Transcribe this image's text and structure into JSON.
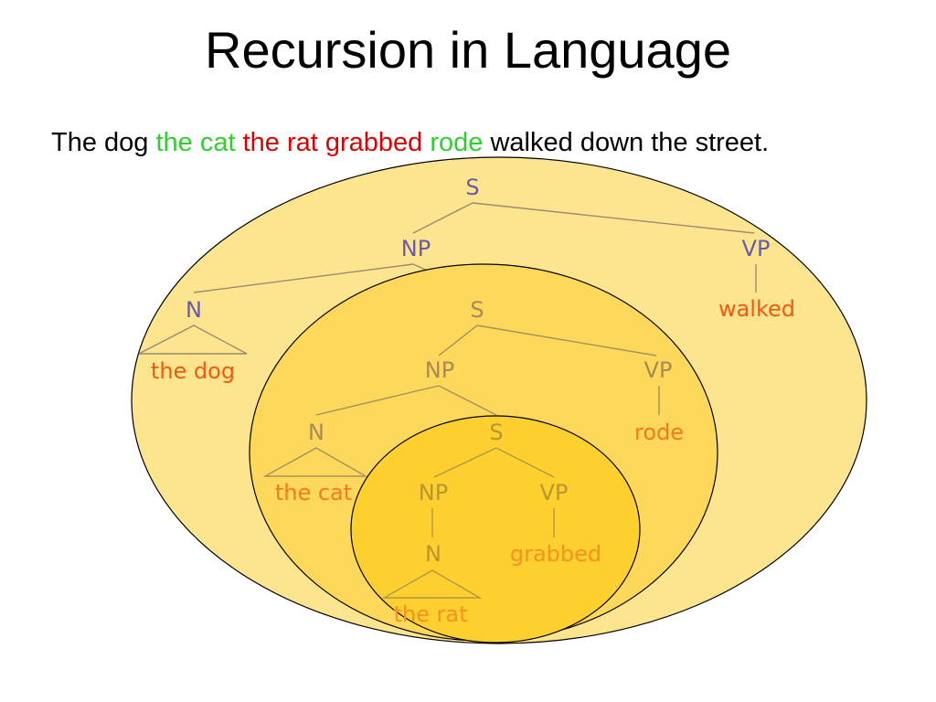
{
  "title": "Recursion in Language",
  "sentence": {
    "part1": "The dog",
    "part2": "the cat",
    "part3": "the rat grabbed",
    "part4": "rode",
    "part5": "walked down the street."
  },
  "colors": {
    "sentence_green": "#33cc33",
    "sentence_red": "#dd0000",
    "outer_ellipse": "#fde58f",
    "middle_ellipse": "#fdd85a",
    "inner_ellipse": "#fdd02f",
    "level1_category": "#6a5aa8",
    "level1_word": "#f05a12",
    "level2_category": "#a88a58",
    "level2_word": "#f57a18",
    "level3_category": "#b8962e",
    "level3_word": "#f8921e"
  },
  "tree": {
    "level1": {
      "s": "S",
      "np": "NP",
      "vp": "VP",
      "n": "N",
      "n_word": "the dog",
      "vp_word": "walked"
    },
    "level2": {
      "s": "S",
      "np": "NP",
      "vp": "VP",
      "n": "N",
      "n_word": "the cat",
      "vp_word": "rode"
    },
    "level3": {
      "s": "S",
      "np": "NP",
      "vp": "VP",
      "n": "N",
      "n_word": "the rat",
      "vp_word": "grabbed"
    }
  }
}
